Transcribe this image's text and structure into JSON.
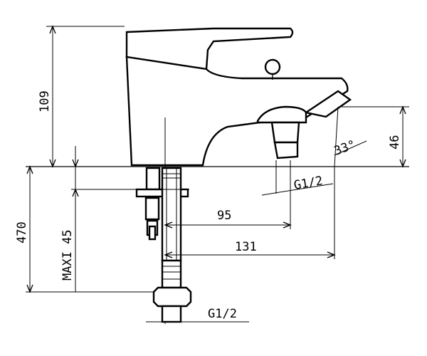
{
  "dimensions": {
    "height_top": "109",
    "height_spout": "46",
    "angle": "33°",
    "thread_outlet": "G1/2",
    "reach_inner": "95",
    "reach_outer": "131",
    "total_height": "470",
    "deck_max": "MAXI 45",
    "thread_inlet": "G1/2"
  }
}
